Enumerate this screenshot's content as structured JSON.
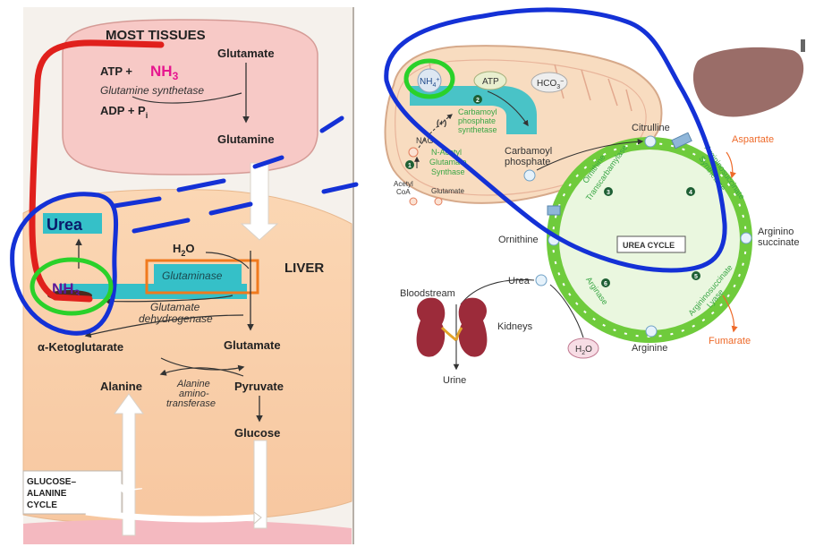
{
  "left_panel": {
    "most_tissues": "MOST TISSUES",
    "glutamate_top": "Glutamate",
    "atp_plus": "ATP +",
    "nh3_top": "NH",
    "nh3_top_sub": "3",
    "glutamine_synthetase": "Glutamine synthetase",
    "adp_pi": "ADP + P",
    "adp_pi_sub": "i",
    "glutamine": "Glutamine",
    "urea": "Urea",
    "h2o": "H",
    "h2o_sub": "2",
    "h2o_end": "O",
    "liver": "LIVER",
    "glutaminase": "Glutaminase",
    "nh3_liver": "NH",
    "nh3_liver_sub": "3",
    "glutamate_dh_1": "Glutamate",
    "glutamate_dh_2": "dehydrogenase",
    "ketoglutarate": "α-Ketoglutarate",
    "glutamate_liver": "Glutamate",
    "alanine": "Alanine",
    "ala_amino_1": "Alanine",
    "ala_amino_2": "amino-",
    "ala_amino_3": "transferase",
    "pyruvate": "Pyruvate",
    "glucose": "Glucose",
    "gac_1": "GLUCOSE–",
    "gac_2": "ALANINE",
    "gac_3": "CYCLE"
  },
  "right_panel": {
    "nh4": "NH",
    "nh4_sub": "4",
    "nh4_sup": "+",
    "atp": "ATP",
    "hco3": "HCO",
    "hco3_sub": "3",
    "hco3_sup": "−",
    "step2": "2",
    "cps_1": "Carbamoyl",
    "cps_2": "phosphate",
    "cps_3": "synthetase",
    "plus_sign": "(+)",
    "nag": "NAG",
    "step1": "1",
    "nags_1": "N-Acetyl",
    "nags_2": "Glutamate",
    "nags_3": "Synthase",
    "acetyl_coa_1": "Acetyl",
    "acetyl_coa_2": "CoA",
    "glutamate": "Glutamate",
    "carbamoyl_1": "Carbamoyl",
    "carbamoyl_2": "phosphate",
    "citrulline": "Citrulline",
    "aspartate": "Aspartate",
    "otc_1": "Ornithine",
    "otc_2": "Transcarbamylase",
    "step3": "3",
    "ass_1": "Argininosuccinate",
    "ass_2": "Synthetase",
    "step4": "4",
    "ornithine": "Ornithine",
    "urea_cycle": "UREA CYCLE",
    "argsucc_1": "Argininо",
    "argsucc_2": "succinate",
    "step5": "5",
    "asl_1": "Argininosuccinate",
    "asl_2": "Lyase",
    "step6": "6",
    "arginase": "Arginase",
    "urea": "Urea",
    "bloodstream": "Bloodstream",
    "kidneys": "Kidneys",
    "h2o": "H",
    "h2o_sub": "2",
    "h2o_end": "O",
    "arginine": "Arginine",
    "fumarate": "Fumarate",
    "urine": "Urine"
  },
  "colors": {
    "annotation_blue": "#1431d6",
    "annotation_red": "#e0201c",
    "annotation_green": "#2ad12a",
    "highlight_teal": "#35c0c8",
    "highlight_orange": "#f07a1e",
    "nh3_magenta": "#e6178f",
    "cycle_green": "#6fcb3c",
    "label_orange": "#ee6a2a",
    "enzyme_green": "#3aa645"
  }
}
